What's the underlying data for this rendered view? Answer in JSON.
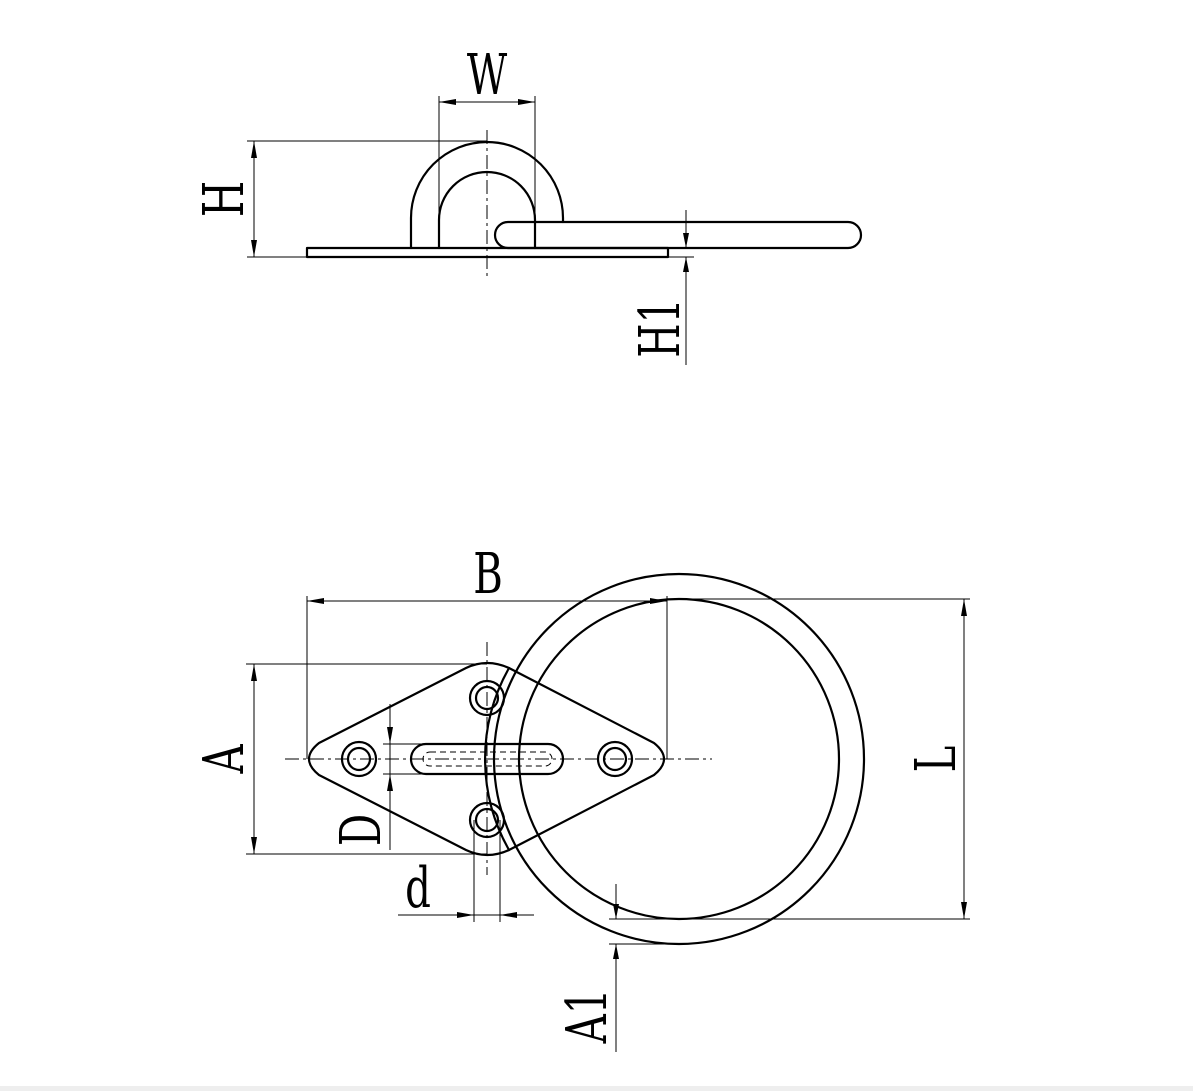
{
  "labels": {
    "w": "W",
    "h": "H",
    "h1": "H1",
    "b": "B",
    "a": "A",
    "l": "L",
    "d_upper": "D",
    "d_lower": "d",
    "a1": "A1"
  }
}
